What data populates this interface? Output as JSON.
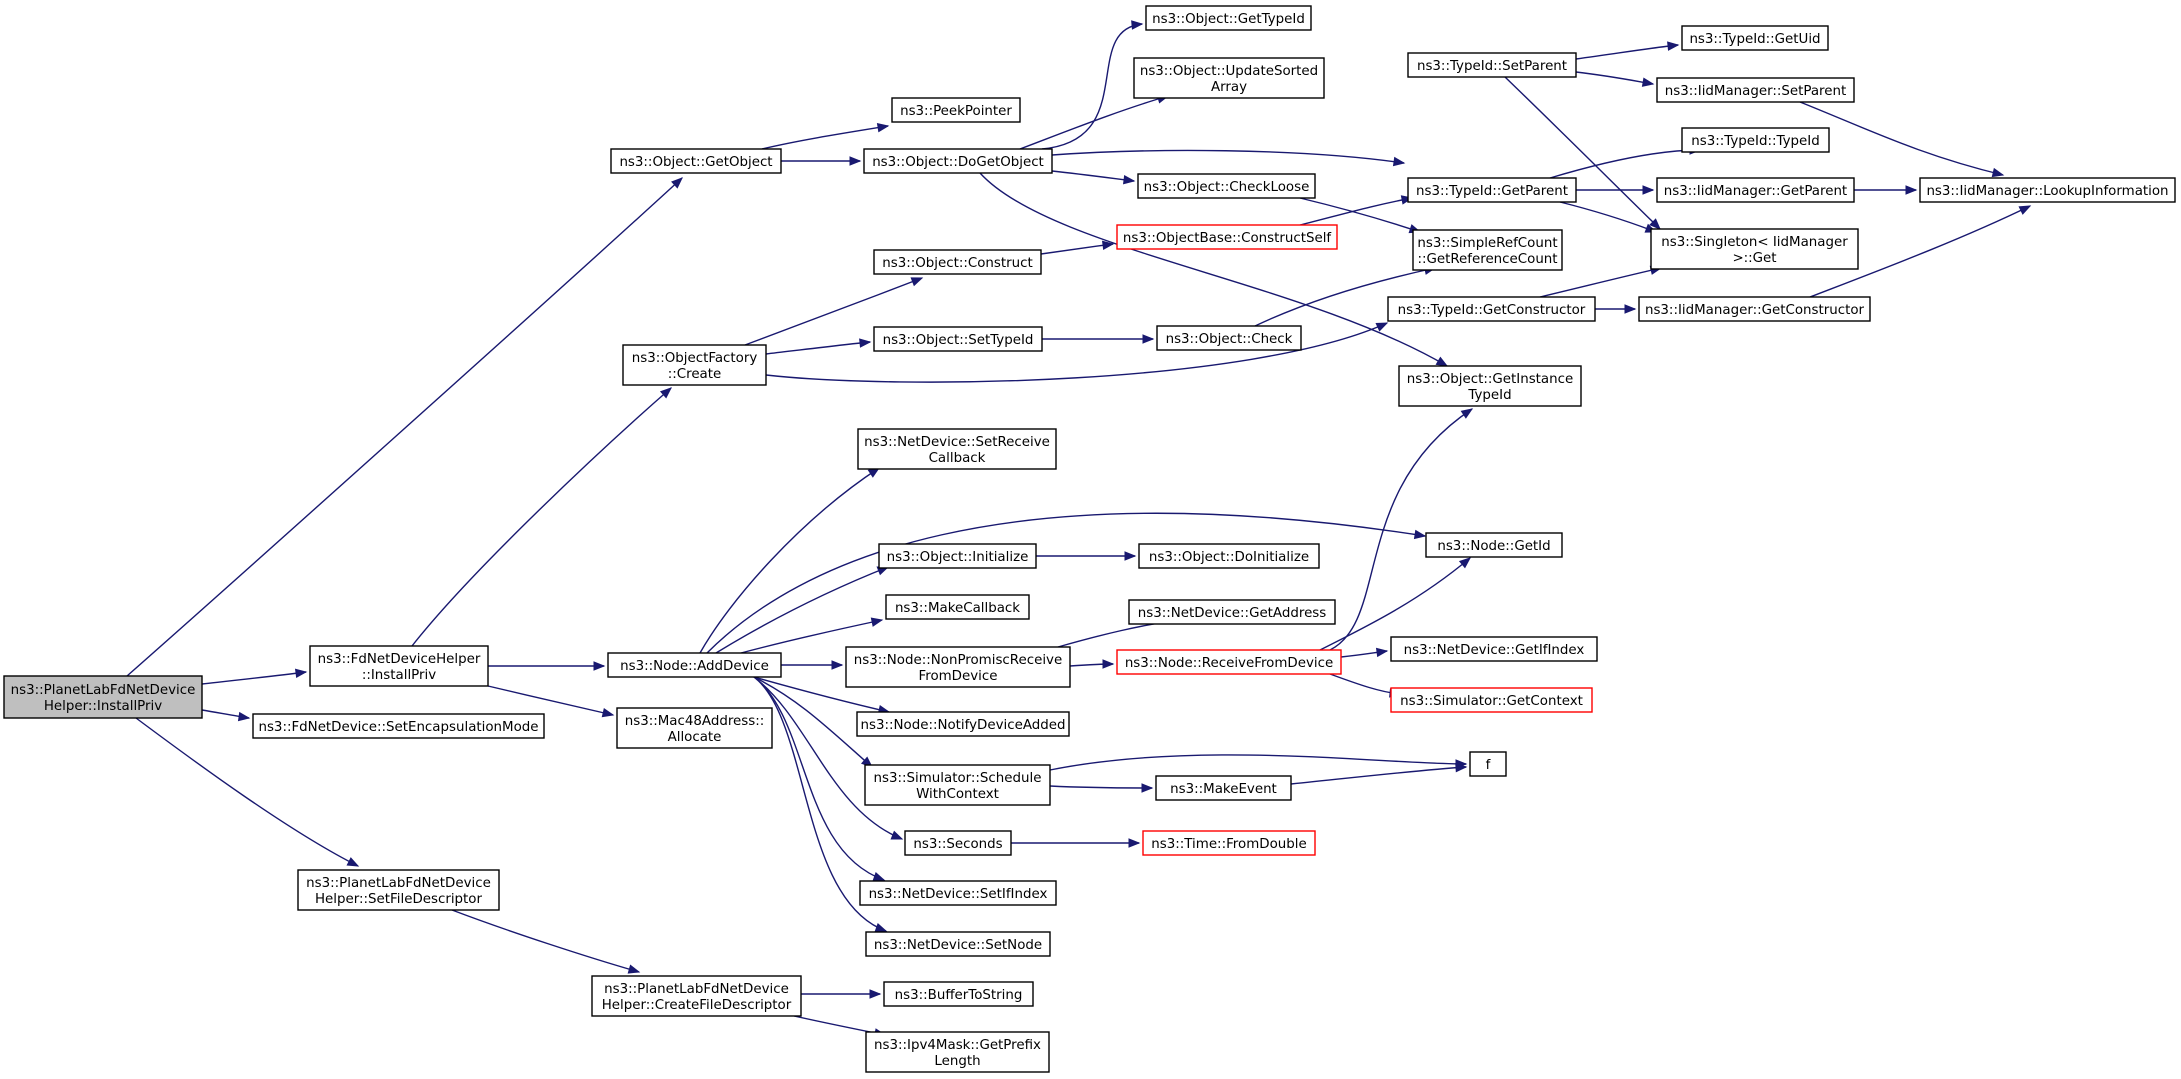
{
  "graph": {
    "colors": {
      "edge": "#191970",
      "root_fill": "#bfbfbf",
      "truncated_border": "#ff0000",
      "border": "#000000"
    },
    "nodes": [
      {
        "id": "root",
        "lines": [
          "ns3::PlanetLabFdNetDevice",
          "Helper::InstallPriv"
        ],
        "style": "root"
      },
      {
        "id": "fdhelper_installpriv",
        "lines": [
          "ns3::FdNetDeviceHelper",
          "::InstallPriv"
        ]
      },
      {
        "id": "setencap",
        "lines": [
          "ns3::FdNetDevice::SetEncapsulationMode"
        ]
      },
      {
        "id": "setfiledesc",
        "lines": [
          "ns3::PlanetLabFdNetDevice",
          "Helper::SetFileDescriptor"
        ]
      },
      {
        "id": "getobject",
        "lines": [
          "ns3::Object::GetObject"
        ]
      },
      {
        "id": "objfactory_create",
        "lines": [
          "ns3::ObjectFactory",
          "::Create"
        ]
      },
      {
        "id": "node_adddevice",
        "lines": [
          "ns3::Node::AddDevice"
        ]
      },
      {
        "id": "mac48_allocate",
        "lines": [
          "ns3::Mac48Address::",
          "Allocate"
        ]
      },
      {
        "id": "createfiledesc",
        "lines": [
          "ns3::PlanetLabFdNetDevice",
          "Helper::CreateFileDescriptor"
        ]
      },
      {
        "id": "peekpointer",
        "lines": [
          "ns3::PeekPointer"
        ]
      },
      {
        "id": "dogetobject",
        "lines": [
          "ns3::Object::DoGetObject"
        ]
      },
      {
        "id": "obj_construct",
        "lines": [
          "ns3::Object::Construct"
        ]
      },
      {
        "id": "obj_settypeid",
        "lines": [
          "ns3::Object::SetTypeId"
        ]
      },
      {
        "id": "setreceivecallback",
        "lines": [
          "ns3::NetDevice::SetReceive",
          "Callback"
        ]
      },
      {
        "id": "obj_initialize",
        "lines": [
          "ns3::Object::Initialize"
        ]
      },
      {
        "id": "makecallback",
        "lines": [
          "ns3::MakeCallback"
        ]
      },
      {
        "id": "nonpromisc",
        "lines": [
          "ns3::Node::NonPromiscReceive",
          "FromDevice"
        ]
      },
      {
        "id": "notifydeviceadded",
        "lines": [
          "ns3::Node::NotifyDeviceAdded"
        ]
      },
      {
        "id": "schedulewithcontext",
        "lines": [
          "ns3::Simulator::Schedule",
          "WithContext"
        ]
      },
      {
        "id": "seconds",
        "lines": [
          "ns3::Seconds"
        ]
      },
      {
        "id": "setifindex",
        "lines": [
          "ns3::NetDevice::SetIfIndex"
        ]
      },
      {
        "id": "setnode",
        "lines": [
          "ns3::NetDevice::SetNode"
        ]
      },
      {
        "id": "buffertostring",
        "lines": [
          "ns3::BufferToString"
        ]
      },
      {
        "id": "getprefixlength",
        "lines": [
          "ns3::Ipv4Mask::GetPrefix",
          "Length"
        ]
      },
      {
        "id": "obj_gettypeid",
        "lines": [
          "ns3::Object::GetTypeId"
        ]
      },
      {
        "id": "updatesortedarray",
        "lines": [
          "ns3::Object::UpdateSorted",
          "Array"
        ]
      },
      {
        "id": "checkloose",
        "lines": [
          "ns3::Object::CheckLoose"
        ]
      },
      {
        "id": "constructself",
        "lines": [
          "ns3::ObjectBase::ConstructSelf"
        ],
        "style": "truncated"
      },
      {
        "id": "obj_check",
        "lines": [
          "ns3::Object::Check"
        ]
      },
      {
        "id": "doinitialize",
        "lines": [
          "ns3::Object::DoInitialize"
        ]
      },
      {
        "id": "getaddress",
        "lines": [
          "ns3::NetDevice::GetAddress"
        ]
      },
      {
        "id": "receivefromdevice",
        "lines": [
          "ns3::Node::ReceiveFromDevice"
        ],
        "style": "truncated"
      },
      {
        "id": "makeevent",
        "lines": [
          "ns3::MakeEvent"
        ]
      },
      {
        "id": "fromdouble",
        "lines": [
          "ns3::Time::FromDouble"
        ],
        "style": "truncated"
      },
      {
        "id": "typeid_setparent",
        "lines": [
          "ns3::TypeId::SetParent"
        ]
      },
      {
        "id": "typeid_getparent",
        "lines": [
          "ns3::TypeId::GetParent"
        ]
      },
      {
        "id": "getreferencecount",
        "lines": [
          "ns3::SimpleRefCount",
          "::GetReferenceCount"
        ]
      },
      {
        "id": "typeid_getconstructor",
        "lines": [
          "ns3::TypeId::GetConstructor"
        ]
      },
      {
        "id": "getinstancetypeid",
        "lines": [
          "ns3::Object::GetInstance",
          "TypeId"
        ]
      },
      {
        "id": "node_getid",
        "lines": [
          "ns3::Node::GetId"
        ]
      },
      {
        "id": "getifindex",
        "lines": [
          "ns3::NetDevice::GetIfIndex"
        ]
      },
      {
        "id": "simulator_getcontext",
        "lines": [
          "ns3::Simulator::GetContext"
        ],
        "style": "truncated"
      },
      {
        "id": "f",
        "lines": [
          "f"
        ]
      },
      {
        "id": "typeid_getuid",
        "lines": [
          "ns3::TypeId::GetUid"
        ]
      },
      {
        "id": "iid_setparent",
        "lines": [
          "ns3::IidManager::SetParent"
        ]
      },
      {
        "id": "typeid_typeid",
        "lines": [
          "ns3::TypeId::TypeId"
        ]
      },
      {
        "id": "iid_getparent",
        "lines": [
          "ns3::IidManager::GetParent"
        ]
      },
      {
        "id": "singleton_get",
        "lines": [
          "ns3::Singleton< IidManager",
          " >::Get"
        ]
      },
      {
        "id": "iid_getconstructor",
        "lines": [
          "ns3::IidManager::GetConstructor"
        ]
      },
      {
        "id": "iid_lookupinformation",
        "lines": [
          "ns3::IidManager::LookupInformation"
        ]
      }
    ]
  }
}
